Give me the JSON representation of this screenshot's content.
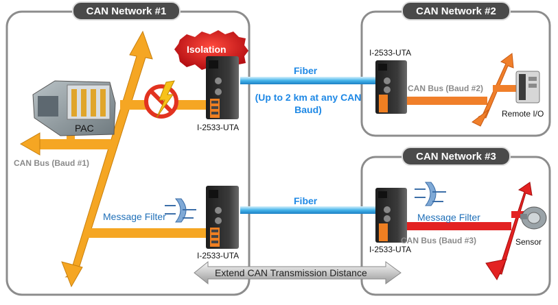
{
  "networks": [
    {
      "title": "CAN Network #1"
    },
    {
      "title": "CAN Network #2"
    },
    {
      "title": "CAN Network #3"
    }
  ],
  "labels": {
    "isolation": "Isolation",
    "fiber_top": "Fiber",
    "fiber_note": "(Up to 2 km at any CAN Baud)",
    "fiber_bottom": "Fiber",
    "pac": "PAC",
    "bus1": "CAN Bus (Baud #1)",
    "bus2": "CAN Bus (Baud #2)",
    "bus3": "CAN Bus (Baud #3)",
    "device_net1_top": "I-2533-UTA",
    "device_net1_bottom": "I-2533-UTA",
    "device_net2": "I-2533-UTA",
    "device_net3": "I-2533-UTA",
    "remote_io": "Remote I/O",
    "sensor": "Sensor",
    "filter_net1": "Message Filter",
    "filter_net3": "Message Filter",
    "extend": "Extend CAN Transmission Distance"
  },
  "colors": {
    "bus1": "#f5a623",
    "bus2": "#f07f2a",
    "bus3": "#e32222",
    "fiber": "#46b4ea",
    "isolation": "#d8141b",
    "panel_border": "#8c8c8c",
    "title_bg": "#4a4a4a"
  }
}
